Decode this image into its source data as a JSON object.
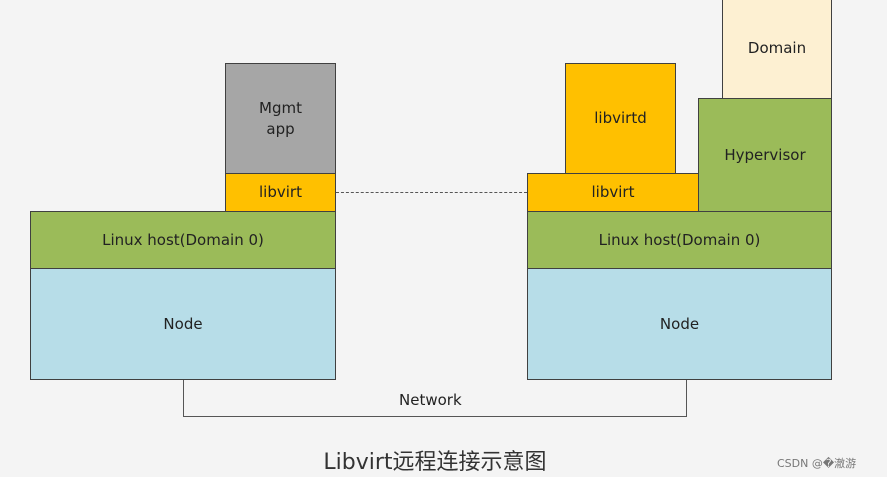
{
  "left_node": {
    "mgmt_app": "Mgmt\napp",
    "libvirt": "libvirt",
    "linux_host": "Linux host(Domain 0)",
    "node": "Node"
  },
  "right_node": {
    "libvirtd": "libvirtd",
    "libvirt": "libvirt",
    "hypervisor": "Hypervisor",
    "domain": "Domain",
    "linux_host": "Linux host(Domain 0)",
    "node": "Node"
  },
  "network_label": "Network",
  "title": "Libvirt远程连接示意图",
  "watermark": "CSDN @�澈游",
  "colors": {
    "mgmt": "#a6a6a6",
    "libvirt": "#ffc000",
    "host": "#9bbb59",
    "node": "#b7dde8",
    "domain": "#fdf0d2"
  }
}
